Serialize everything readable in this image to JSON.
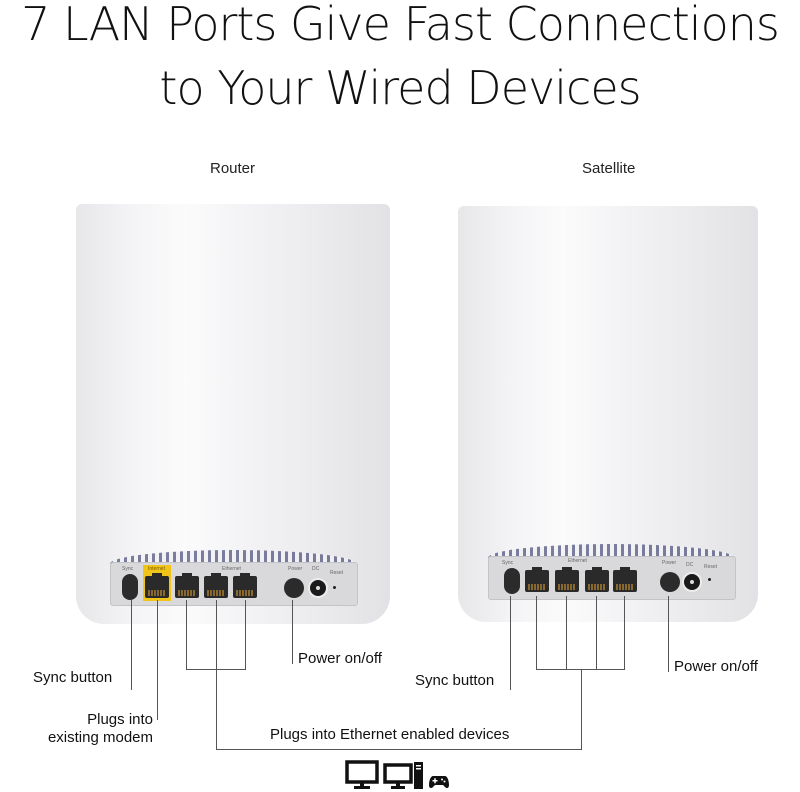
{
  "headline": {
    "line1": "7 LAN Ports Give Fast Connections",
    "line2": "to Your Wired Devices"
  },
  "devices": {
    "router": {
      "label": "Router",
      "port_labels": {
        "sync": "Sync",
        "internet": "Internet",
        "ethernet": "Ethernet",
        "power": "Power",
        "dc": "DC",
        "reset": "Reset"
      },
      "internet_highlight_color": "#f0c419"
    },
    "satellite": {
      "label": "Satellite",
      "port_labels": {
        "sync": "Sync",
        "ethernet": "Ethernet",
        "power": "Power",
        "dc": "DC",
        "reset": "Reset"
      }
    }
  },
  "callouts": {
    "router_sync": "Sync button",
    "router_modem_line1": "Plugs into",
    "router_modem_line2": "existing modem",
    "router_power": "Power on/off",
    "satellite_sync": "Sync button",
    "satellite_power": "Power on/off",
    "ethernet_devices": "Plugs into Ethernet enabled devices"
  },
  "device_icons": [
    "monitor-icon",
    "desktop-computer-icon",
    "game-controller-icon"
  ]
}
